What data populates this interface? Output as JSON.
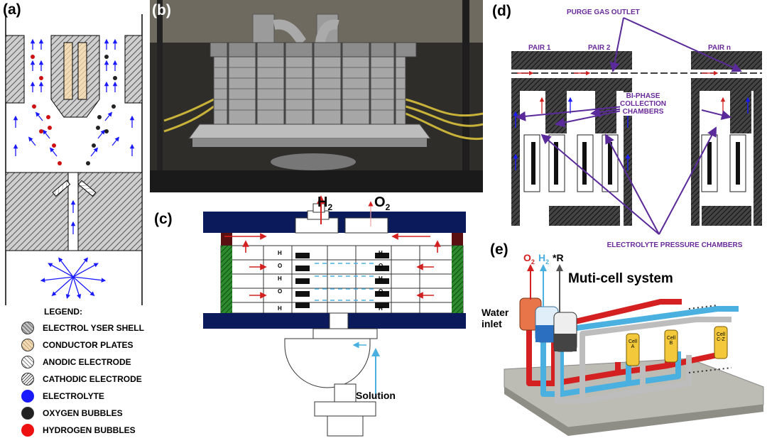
{
  "panels": {
    "a": "(a)",
    "b": "(b)",
    "c": "(c)",
    "d": "(d)",
    "e": "(e)"
  },
  "legend": {
    "title": "LEGEND:",
    "items": [
      {
        "label": "ELECTROL YSER SHELL",
        "color": "#888888",
        "pattern": "hatch"
      },
      {
        "label": "CONDUCTOR PLATES",
        "color": "#f2dcb8",
        "pattern": "hatch"
      },
      {
        "label": "ANODIC ELECTRODE",
        "color": "#ffffff",
        "pattern": "hatch"
      },
      {
        "label": "CATHODIC ELECTRODE",
        "color": "#ffffff",
        "pattern": "hatch-dark"
      },
      {
        "label": "ELECTROLYTE",
        "color": "#1a1aff",
        "pattern": "solid"
      },
      {
        "label": "OXYGEN BUBBLES",
        "color": "#222222",
        "pattern": "solid"
      },
      {
        "label": "HYDROGEN BUBBLES",
        "color": "#ee1111",
        "pattern": "solid"
      }
    ]
  },
  "panel_c": {
    "h2": "H2",
    "o2": "O2",
    "solution": "Solution",
    "cell_h2": "H2",
    "cell_o2": "O2"
  },
  "panel_d": {
    "purge": "PURGE GAS OUTLET",
    "pair1": "PAIR 1",
    "pair2": "PAIR 2",
    "pairn": "PAIR n",
    "biphase": "BI-PHASE\nCOLLECTION\nCHAMBERS",
    "pressure": "ELECTROLYTE PRESSURE CHAMBERS"
  },
  "panel_e": {
    "o2": "O2",
    "h2": "H2",
    "r": "*R",
    "title": "Muti-cell system",
    "water": "Water\ninlet",
    "cells": [
      "Cell\nA",
      "Cell\nB",
      "Cell\nC-Z"
    ]
  },
  "colors": {
    "purple": "#6a2a9a",
    "navy": "#0a1a5a",
    "red": "#d42020",
    "blue": "#1a1aff",
    "cyan": "#4ab0e0"
  }
}
